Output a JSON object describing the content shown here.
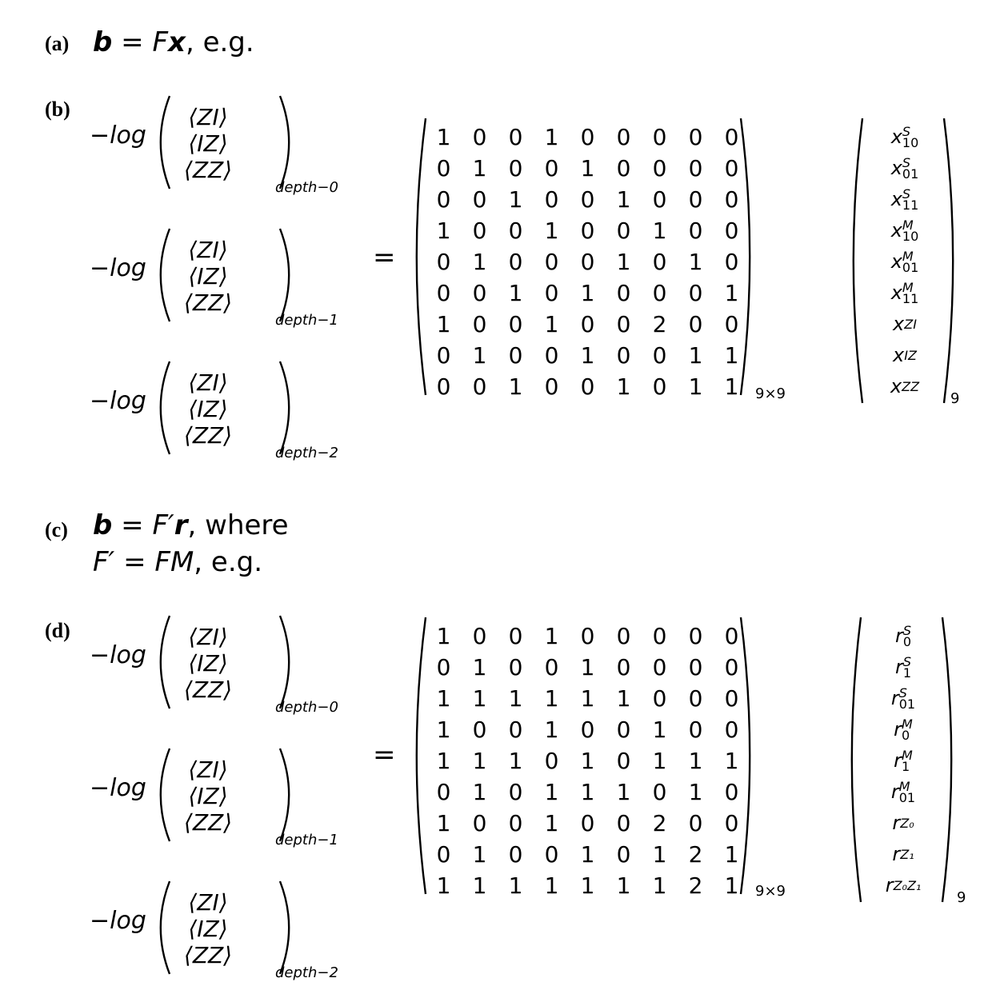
{
  "labels": {
    "a": "(a)",
    "b": "(b)",
    "c": "(c)",
    "d": "(d)"
  },
  "statement_a": {
    "lhs": "b",
    "eq": " = ",
    "mid": "F",
    "vec": "x",
    "tail": ", e.g."
  },
  "statement_c": {
    "line1": {
      "lhs": "b",
      "eq": " = ",
      "mid": "F′",
      "vec": "r",
      "tail": ", where"
    },
    "line2": {
      "lhs": "F′",
      "eq": " = ",
      "mid": "FM",
      "tail": ", e.g."
    }
  },
  "lhs": {
    "minus_log": "−log",
    "entries": [
      "⟨ZI⟩",
      "⟨IZ⟩",
      "⟨ZZ⟩"
    ],
    "depths": [
      "depth−0",
      "depth−1",
      "depth−2"
    ]
  },
  "equals": "=",
  "matrix_b": {
    "subscript": "9×9",
    "rows": [
      [
        "1",
        "0",
        "0",
        "1",
        "0",
        "0",
        "0",
        "0",
        "0"
      ],
      [
        "0",
        "1",
        "0",
        "0",
        "1",
        "0",
        "0",
        "0",
        "0"
      ],
      [
        "0",
        "0",
        "1",
        "0",
        "0",
        "1",
        "0",
        "0",
        "0"
      ],
      [
        "1",
        "0",
        "0",
        "1",
        "0",
        "0",
        "1",
        "0",
        "0"
      ],
      [
        "0",
        "1",
        "0",
        "0",
        "0",
        "1",
        "0",
        "1",
        "0"
      ],
      [
        "0",
        "0",
        "1",
        "0",
        "1",
        "0",
        "0",
        "0",
        "1"
      ],
      [
        "1",
        "0",
        "0",
        "1",
        "0",
        "0",
        "2",
        "0",
        "0"
      ],
      [
        "0",
        "1",
        "0",
        "0",
        "1",
        "0",
        "0",
        "1",
        "1"
      ],
      [
        "0",
        "0",
        "1",
        "0",
        "0",
        "1",
        "0",
        "1",
        "1"
      ]
    ]
  },
  "matrix_d": {
    "subscript": "9×9",
    "rows": [
      [
        "1",
        "0",
        "0",
        "1",
        "0",
        "0",
        "0",
        "0",
        "0"
      ],
      [
        "0",
        "1",
        "0",
        "0",
        "1",
        "0",
        "0",
        "0",
        "0"
      ],
      [
        "1",
        "1",
        "1",
        "1",
        "1",
        "1",
        "0",
        "0",
        "0"
      ],
      [
        "1",
        "0",
        "0",
        "1",
        "0",
        "0",
        "1",
        "0",
        "0"
      ],
      [
        "1",
        "1",
        "1",
        "0",
        "1",
        "0",
        "1",
        "1",
        "1"
      ],
      [
        "0",
        "1",
        "0",
        "1",
        "1",
        "1",
        "0",
        "1",
        "0"
      ],
      [
        "1",
        "0",
        "0",
        "1",
        "0",
        "0",
        "2",
        "0",
        "0"
      ],
      [
        "0",
        "1",
        "0",
        "0",
        "1",
        "0",
        "1",
        "2",
        "1"
      ],
      [
        "1",
        "1",
        "1",
        "1",
        "1",
        "1",
        "1",
        "2",
        "1"
      ]
    ]
  },
  "vector_x": {
    "subscript": "9",
    "entries": [
      {
        "base": "x",
        "sup": "S",
        "sub": "10"
      },
      {
        "base": "x",
        "sup": "S",
        "sub": "01"
      },
      {
        "base": "x",
        "sup": "S",
        "sub": "11"
      },
      {
        "base": "x",
        "sup": "M",
        "sub": "10"
      },
      {
        "base": "x",
        "sup": "M",
        "sub": "01"
      },
      {
        "base": "x",
        "sup": "M",
        "sub": "11"
      },
      {
        "base": "x",
        "sup": "",
        "sub": "ZI"
      },
      {
        "base": "x",
        "sup": "",
        "sub": "IZ"
      },
      {
        "base": "x",
        "sup": "",
        "sub": "ZZ"
      }
    ]
  },
  "vector_r": {
    "subscript": "9",
    "entries": [
      {
        "base": "r",
        "sup": "S",
        "sub": "0"
      },
      {
        "base": "r",
        "sup": "S",
        "sub": "1"
      },
      {
        "base": "r",
        "sup": "S",
        "sub": "01"
      },
      {
        "base": "r",
        "sup": "M",
        "sub": "0"
      },
      {
        "base": "r",
        "sup": "M",
        "sub": "1"
      },
      {
        "base": "r",
        "sup": "M",
        "sub": "01"
      },
      {
        "base": "r",
        "sup": "",
        "sub": "Z₀"
      },
      {
        "base": "r",
        "sup": "",
        "sub": "Z₁"
      },
      {
        "base": "r",
        "sup": "",
        "sub": "Z₀Z₁"
      }
    ]
  }
}
